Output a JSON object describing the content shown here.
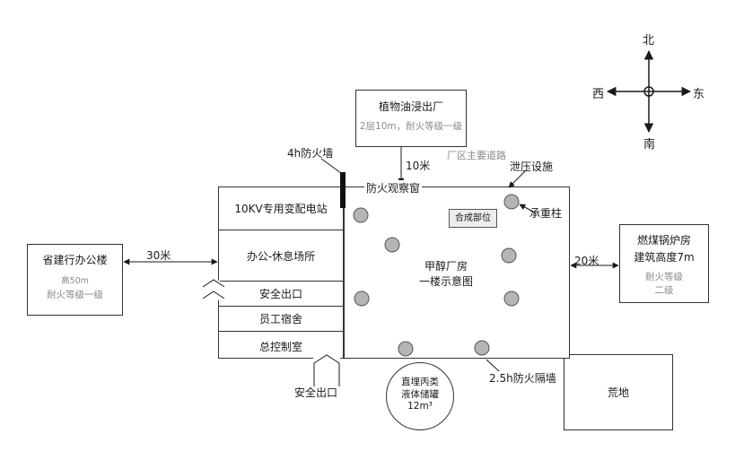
{
  "compass": {
    "north": "北",
    "south": "南",
    "west": "西",
    "east": "东"
  },
  "oil_plant": {
    "name": "植物油浸出厂",
    "spec": "2层10m，耐火等级一级"
  },
  "bank": {
    "name": "省建行办公楼",
    "height": "高50m",
    "fire_rating": "耐火等级一级"
  },
  "boiler": {
    "name": "燃煤锅炉房",
    "height": "建筑高度7m",
    "fire_rating_line1": "耐火等级",
    "fire_rating_line2": "二级"
  },
  "wasteland": {
    "name": "荒地"
  },
  "main_building": {
    "title_line1": "甲醇厂房",
    "title_line2": "一楼示意图",
    "synthesis": "合成部位",
    "observation_window": "防火观察窗"
  },
  "rooms": {
    "substation": "10KV专用变配电站",
    "office": "办公-休息场所",
    "side_exit": "安全出口",
    "dormitory": "员工宿舍",
    "control_room": "总控制室",
    "bottom_exit": "安全出口"
  },
  "tank": {
    "line1": "直埋丙类",
    "line2": "液体储罐",
    "line3": "12m³"
  },
  "annotations": {
    "firewall": "4h防火墙",
    "road": "厂区主要道路",
    "pressure_relief": "泄压设施",
    "bearing_column": "承重柱",
    "fire_partition": "2.5h防火隔墙"
  },
  "distances": {
    "top": "10米",
    "left": "30米",
    "right": "20米"
  }
}
